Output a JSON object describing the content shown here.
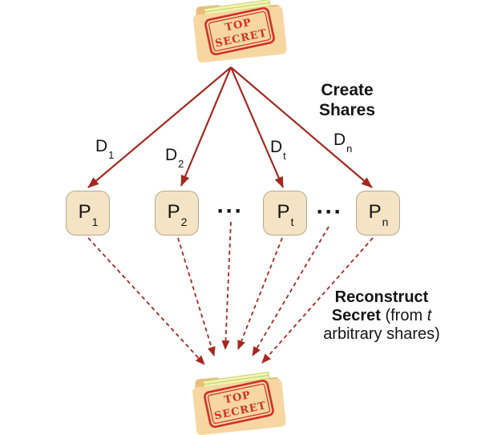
{
  "folders": {
    "top": {
      "stamp_line1": "TOP",
      "stamp_line2": "SECRET"
    },
    "bottom": {
      "stamp_line1": "TOP",
      "stamp_line2": "SECRET"
    }
  },
  "phase_labels": {
    "create": {
      "line1": "Create",
      "line2": "Shares"
    },
    "reconstruct": {
      "line1_bold": "Reconstruct",
      "line2_bold": "Secret",
      "line2_regular": "(from",
      "line2_italic": "t",
      "line3": "arbitrary shares)"
    }
  },
  "share_labels": [
    {
      "main": "D",
      "sub": "1"
    },
    {
      "main": "D",
      "sub": "2"
    },
    {
      "main": "D",
      "sub": "t"
    },
    {
      "main": "D",
      "sub": "n"
    }
  ],
  "participants": [
    {
      "main": "P",
      "sub": "1"
    },
    {
      "main": "P",
      "sub": "2"
    },
    {
      "main": "P",
      "sub": "t"
    },
    {
      "main": "P",
      "sub": "n"
    }
  ],
  "ellipsis": "···",
  "colors": {
    "arrow": "#a5281f",
    "stamp": "#d03028",
    "folder_front": "#f7d6a1",
    "folder_back": "#eabd7c",
    "paper": "#f2f4ae",
    "paper_line": "#c8d077",
    "box_fill": "#f4e3c4",
    "box_border": "#b5a98b",
    "text": "#141414"
  }
}
